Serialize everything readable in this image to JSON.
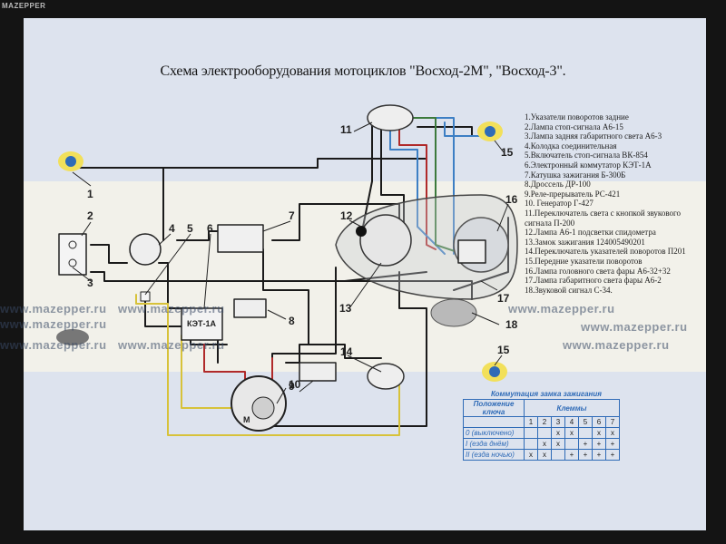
{
  "logo_text": "MAZEPPER",
  "title": "Схема электрооборудования мотоциклов \"Восход-2М\", \"Восход-3\".",
  "legend": [
    "1.Указатели поворотов задние",
    "2.Лампа стоп-сигнала А6-15",
    "3.Лампа задняя габаритного света А6-3",
    "4.Колодка соединительная",
    "5.Включатель стоп-сигнала ВК-854",
    "6.Электронный коммутатор КЭТ-1А",
    "7.Катушка зажигания Б-300Б",
    "8.Дроссель ДР-100",
    "9.Реле-прерыватель РС-421",
    "10. Генератор Г-427",
    "11.Переключатель света с кнопкой звукового сигнала П-200",
    "12.Лампа А6-1 подсветки спидометра",
    "13.Замок зажигания 124005490201",
    "14.Переключатель указателей поворотов П201",
    "15.Передние указатели поворотов",
    "16.Лампа головного света фары А6-32+32",
    "17.Лампа габаритного света фары А6-2",
    "18.Звуковой сигнал С-34."
  ],
  "callouts": [
    "1",
    "2",
    "3",
    "4",
    "5",
    "6",
    "7",
    "8",
    "9",
    "10",
    "11",
    "12",
    "13",
    "14",
    "15",
    "15",
    "16",
    "17",
    "18"
  ],
  "component_labels": {
    "kommutator": "КЭТ-1А",
    "generator_terminal": "М"
  },
  "switch_table": {
    "title": "Коммутация замка зажигания",
    "col_position": "Положение ключа",
    "col_terminals": "Клеммы",
    "terminals": [
      "1",
      "2",
      "3",
      "4",
      "5",
      "6",
      "7"
    ],
    "rows": [
      {
        "position": "0 (выключено)",
        "marks": [
          "",
          "",
          "x",
          "x",
          "",
          "x",
          "x"
        ]
      },
      {
        "position": "I (езда днём)",
        "marks": [
          "",
          "x",
          "x",
          "",
          "+",
          "+",
          "+"
        ]
      },
      {
        "position": "II (езда ночью)",
        "marks": [
          "x",
          "x",
          "",
          "+",
          "+",
          "+",
          "+"
        ]
      }
    ]
  },
  "watermark": "www.mazepper.ru",
  "colors": {
    "red": "#b02a2a",
    "blue": "#3d7fc4",
    "yellow": "#d7c23a",
    "black": "#1a1a1a",
    "green": "#3c7a3c"
  }
}
